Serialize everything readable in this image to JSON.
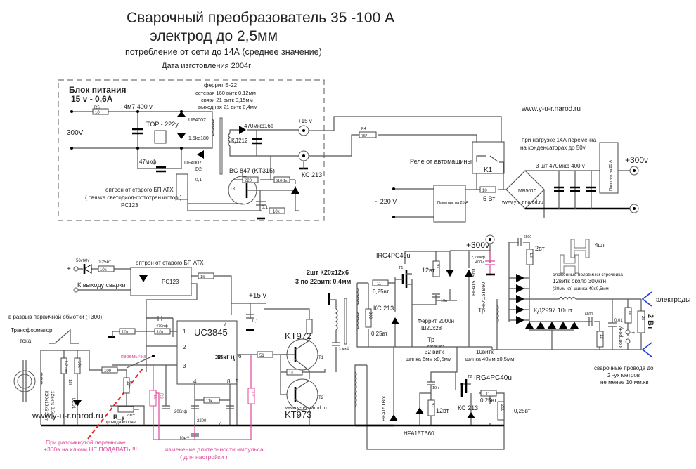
{
  "header": {
    "title": "Сварочный преобразователь   35 -100 А",
    "subtitle": "электрод до 2,5мм",
    "consumption": "потребление от сети до 14А (среднее значение)",
    "date": "Дата изготовления  2004г"
  },
  "psu_block": {
    "title": "Блок питания",
    "rating": "15 v - 0,6A",
    "input_voltage": "300V",
    "r5_ref": "R5",
    "r5_value": "10",
    "cap_label": "4м7 400 v",
    "ferrite": "феррит  Б-22",
    "winding_primary": "сетевая  160 витк 0,12мм",
    "winding_feedback": "связи 21 витк 0,15мм",
    "winding_output": "выходная 21 витк 0,4мм",
    "top_ic": "TOP - 222y",
    "diode_uf4007": "UF4007",
    "tvs": "1,5ke180",
    "rect_diode": "КД212",
    "out_cap": "470мкф16в",
    "out_voltage": "+15 v",
    "cap_47": "47мкф",
    "diode_d2": "UF4007",
    "diode_d2_ref": "D2",
    "cap_01": "0,1",
    "transistor": "BC 847 (KT315)",
    "transistor_ref": "T3",
    "r_220": "220",
    "r_510": "510-1к",
    "zener": "КС 213",
    "cap_01b": "0,1",
    "r_10k": "10k",
    "opto_note_1": "оптрон от старого БП  АТХ",
    "opto_note_2": "( связка светодиод-фототранзистор )",
    "opto_note_3": "PC123"
  },
  "mains": {
    "website": "www.y-u-r.narod.ru",
    "r4_ref": "R4",
    "r4_value": "75*",
    "relay_label": "Реле от автомашины",
    "relay_ref": "K1",
    "ac_input": "~ 220 V",
    "breaker_1": "Пакетник на 25 А",
    "r_10": "10",
    "r_10_power": "5 Вт",
    "bridge": "MB5010",
    "bridge_watermark": "www.y-u-r.narod.ru",
    "ripple_note_1": "при нагрузке 14А переменка",
    "ripple_note_2": "на конденсаторах до 50v",
    "caps_note": "3 шт  470мкф 400 v",
    "breaker_2": "Пакетник на 25 А",
    "out_300": "+300v"
  },
  "control": {
    "zener_in": "56v60v",
    "r_in_power": "0,25вт",
    "r_in": "10k",
    "plus": "+",
    "weld_out": "К выходу сварки",
    "opto_note": "оптрон от старого БП  АТХ",
    "opto": "PC123",
    "r_1k": "1k",
    "plus15": "+15 v",
    "cap_470": "470nф",
    "r_10k_a": "10k",
    "r_10k_b": "10k",
    "cap_01": "0,1",
    "ic": "UC3845",
    "freq": "38кГц",
    "pins": [
      "1",
      "2",
      "3",
      "4",
      "5",
      "6",
      "7",
      "8"
    ],
    "r_51": "51",
    "r_1k_b": "1к",
    "q1": "KT972",
    "q1_ref": "T1",
    "q2": "KT973",
    "q2_ref": "T2",
    "q_watermark": "www.y-u-r.narod.ru",
    "r_11k": "11к",
    "cap_200": "200nф",
    "cap_2200": "2200",
    "cap_01b": "0,1",
    "cap_10n": "10н**",
    "r3_ref": "R3",
    "r3_value": "1k",
    "r_1k_star": "1к*",
    "jumper": "перемычка",
    "ct_note": "в разрыв первичной обмотки (+300)",
    "ct_title_1": "Трансформатор",
    "ct_title_2": "тока",
    "ct_core": "К20х12х6  2шт",
    "ct_wind": "12витк  0,5мм",
    "r_shunt": "1-2 ом",
    "r_shunt_power": "1вт",
    "r_led": "10k",
    "led": "LED1",
    "r_100": "100",
    "r_51b": "51**",
    "r_y": "R_y",
    "r_y_val": "200**",
    "r_y_note": "провода короче",
    "website": "www.y-u-r.narod.ru",
    "warning_1": "При разомкнутой перемычке",
    "warning_2": "+300в на ключи НЕ ПОДАВАТЬ  !!!",
    "pulse_note_1": "изменение длительности импульса",
    "pulse_note_2": "( для настройки  )"
  },
  "power": {
    "gdt_1": "2шт К20х12х6",
    "gdt_2": "3 по 22витк 0,4мм",
    "cap_1u": "1 мкф",
    "t1_igbt": "IRG4PC40u",
    "t1_ref": "T1",
    "r_11": "11",
    "r_11_power": "0,25вт",
    "zener_1": "КС 213",
    "r_200": "200",
    "r_200_power": "0,25вт",
    "r_51": "51",
    "r_12w": "12вт",
    "cap_10n": "10н",
    "diode_hfa_1": "HFA15TB60",
    "diode_hfa_2": "HFA15TB60",
    "cap_22": "2,2 мкф",
    "cap_22_v": "400v",
    "plus300": "+300v",
    "ferrite": "Феррит 2000н",
    "core": "Ш20х28",
    "tr": "Тр",
    "tr_b": "Тр",
    "prim_turns": "32 витк",
    "prim_wire": "шинка 6мм х0,5мм",
    "sec_turns": "10витк",
    "sec_wire": "шинка 40мм х0,5мм",
    "t2_igbt": "IRG4PC40u",
    "t2_ref": "T2",
    "r_11b": "11",
    "r_11b_power": "0,25вт",
    "zener_2": "КС 213",
    "r_200b": "200",
    "r_200b_power": "0,25вт",
    "r_51b": "51",
    "r_12wb": "12вт",
    "cap_10nb": "10н",
    "diode_hfa_3": "HFA15TB60",
    "diode_hfa_4": "HFA15TB60",
    "snub_cap": "6800",
    "snub_r": "12",
    "snub_r_power": "2вт",
    "cores_note": "4шт",
    "choke_1": "сложенные половинки строчника",
    "choke_2": "12витк около 30мкгн",
    "choke_3": "(20мм кв) шинка 40х0,5мм",
    "rect": "КД2997 10шт",
    "snub_cap_b": "6800",
    "snub_r_b": "12",
    "cap_001": "0,01",
    "r_1k": "1к",
    "r_2k": "2к",
    "r_2k_power": "2 Вт",
    "to_opto": "к оптрону",
    "plus": "+",
    "electrodes": "электроды",
    "cable_1": "сварочные провода до",
    "cable_2": "2 -ух метров",
    "cable_3": "не менее  10 мм.кв"
  }
}
